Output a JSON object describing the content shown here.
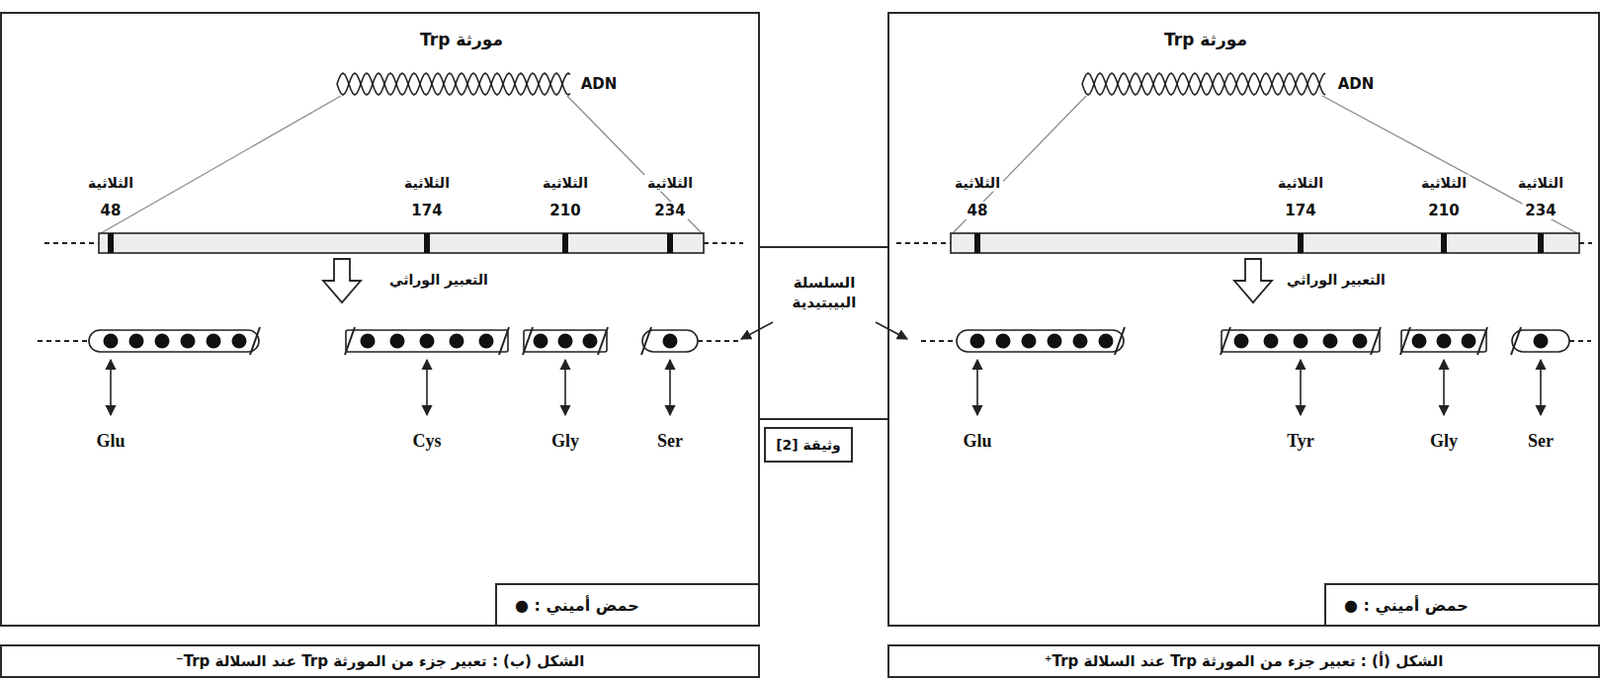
{
  "diagram": {
    "nodes": [
      {
        "text": [
          "مورثة Trp"
        ]
      },
      {
        "text": [
          "● : حمض أميني"
        ],
        "in": 0
      },
      {
        "text": [
          "الشكل (أ) : تعبير جزء من المورثة Trp عند السلالة Trp⁺"
        ]
      },
      {
        "text": [
          "وثيقة [2]"
        ]
      },
      {
        "text": [
          "مورثة Trp"
        ]
      },
      {
        "text": [
          "● : حمض أميني"
        ],
        "in": 4
      },
      {
        "text": [
          "الشكل (ب) : تعبير جزء من المورثة Trp عند السلالة Trp⁻"
        ]
      }
    ],
    "labels": [
      "ADN",
      "الثلاثية",
      "48",
      "الثلاثية",
      "174",
      "الثلاثية",
      "210",
      "الثلاثية",
      "234",
      "التعبير الوراثي",
      "Glu",
      "Tyr",
      "Gly",
      "Ser",
      "السلسلة البيبتيدية",
      "ADN",
      "الثلاثية",
      "48",
      "الثلاثية",
      "174",
      "الثلاثية",
      "210",
      "الثلاثية",
      "234",
      "التعبير الوراثي",
      "Glu",
      "Cys",
      "Gly",
      "Ser"
    ]
  }
}
